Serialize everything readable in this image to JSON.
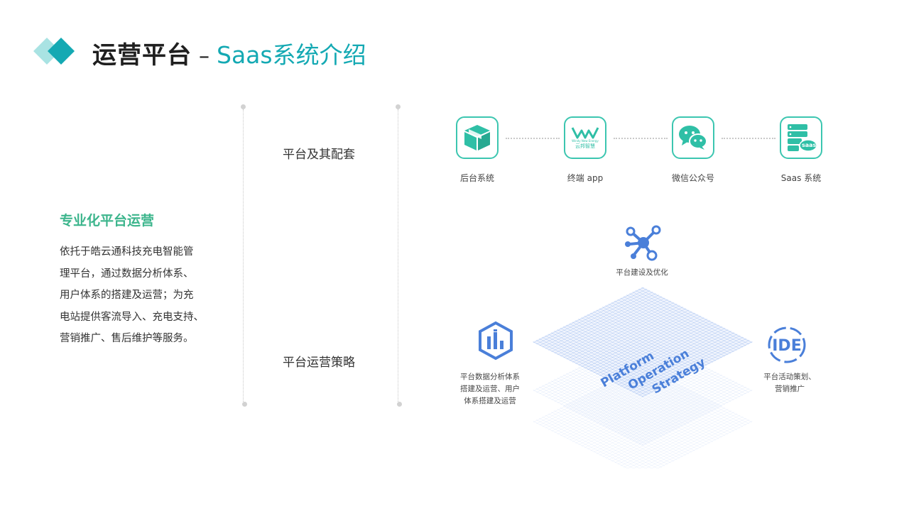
{
  "header": {
    "title_main": "运营平台",
    "title_dash": "–",
    "title_sub": "Saas系统介绍",
    "accent_color": "#14a9b3"
  },
  "feature": {
    "heading": "专业化平台运营",
    "description_lines": [
      "依托于皓云通科技充电智能管",
      "理平台，通过数据分析体系、",
      "用户体系的搭建及运营；为充",
      "电站提供客流导入、充电支持、",
      "营销推广、售后维护等服务。"
    ]
  },
  "sections": {
    "platform_label": "平台及其配套",
    "strategy_label": "平台运营策略"
  },
  "platform_items": [
    {
      "label": "后台系统",
      "icon": "box-icon"
    },
    {
      "label": "终端 app",
      "icon": "app-logo-icon",
      "logo_text_cn": "云邦智慧",
      "logo_text_en": "Windy New Energy"
    },
    {
      "label": "微信公众号",
      "icon": "wechat-icon"
    },
    {
      "label": "Saas 系统",
      "icon": "saas-server-icon",
      "badge": "saas"
    }
  ],
  "strategy": {
    "top_caption": "平台建设及优化",
    "left_caption_lines": [
      "平台数据分析体系",
      "搭建及运营、用户",
      "体系搭建及运营"
    ],
    "right_caption_lines": [
      "平台活动策划、",
      "营销推广"
    ],
    "right_badge": "IDE",
    "layer_text": [
      "Platform",
      "Operation",
      "Strategy"
    ],
    "icon_color": "#4a7fd9",
    "tile_color": "#3cc6b0"
  }
}
